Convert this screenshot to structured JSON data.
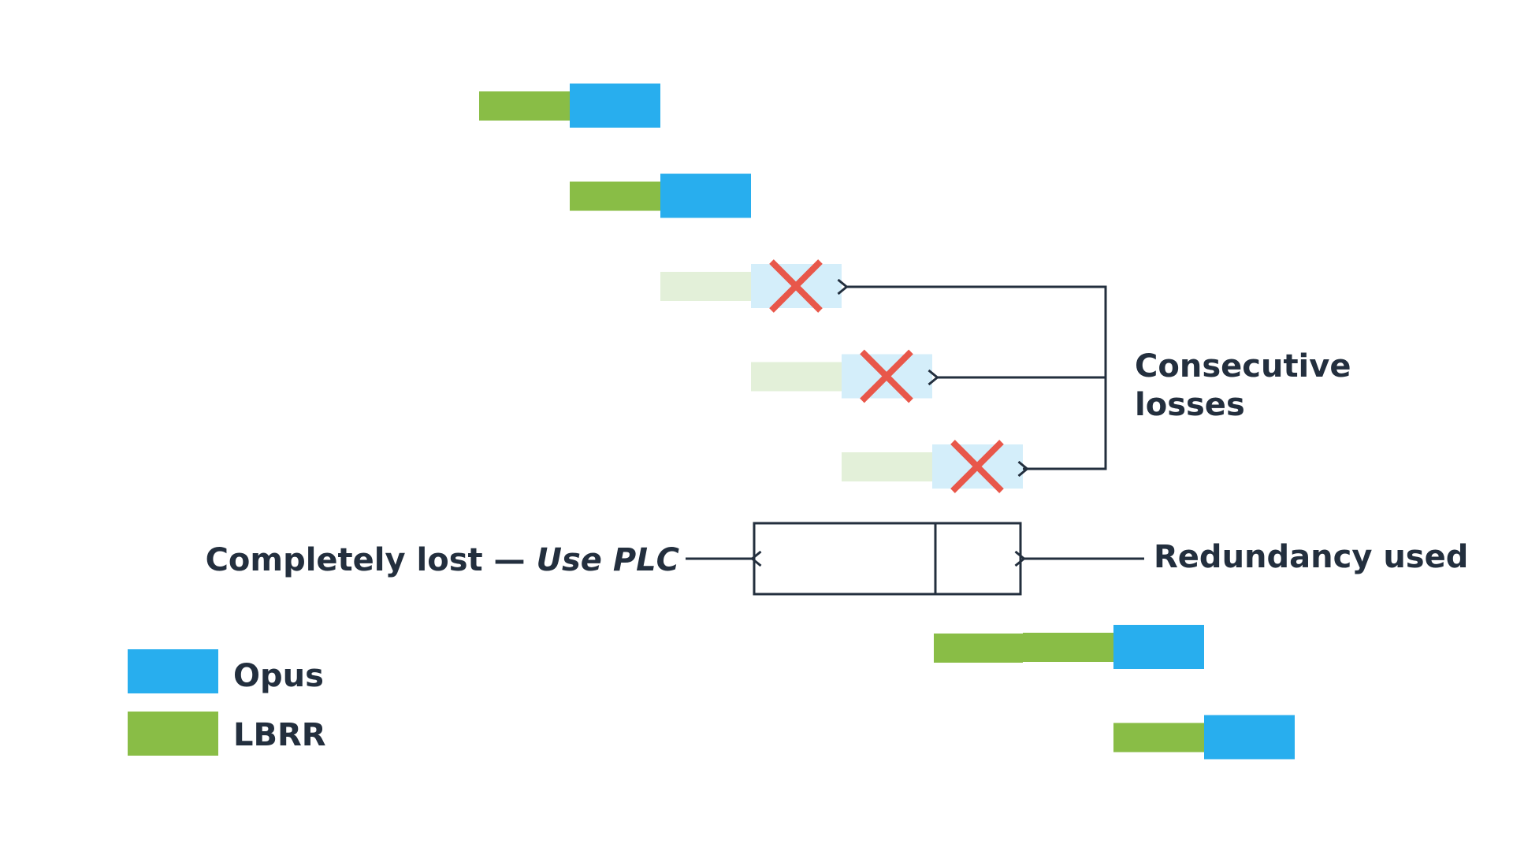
{
  "colors": {
    "opus": "#28aeee",
    "lbrr": "#89bd46",
    "opus_faded": "#d4eefa",
    "lbrr_faded": "#e3f0d9",
    "loss_mark": "#e8574a",
    "ink": "#232f3e"
  },
  "packets": [
    {
      "index": 1,
      "status": "received"
    },
    {
      "index": 2,
      "status": "received"
    },
    {
      "index": 3,
      "status": "lost"
    },
    {
      "index": 4,
      "status": "lost"
    },
    {
      "index": 5,
      "status": "lost"
    },
    {
      "index": 6,
      "status": "completely-lost"
    },
    {
      "index": 7,
      "status": "received-redundancy-used"
    },
    {
      "index": 8,
      "status": "received"
    }
  ],
  "annotations": {
    "consecutive_line1": "Consecutive",
    "consecutive_line2": "losses",
    "completely_lost": "Completely lost — ",
    "use_plc": "Use PLC",
    "redundancy_used": "Redundancy used"
  },
  "legend": [
    {
      "key": "opus",
      "label": "Opus"
    },
    {
      "key": "lbrr",
      "label": "LBRR"
    }
  ]
}
